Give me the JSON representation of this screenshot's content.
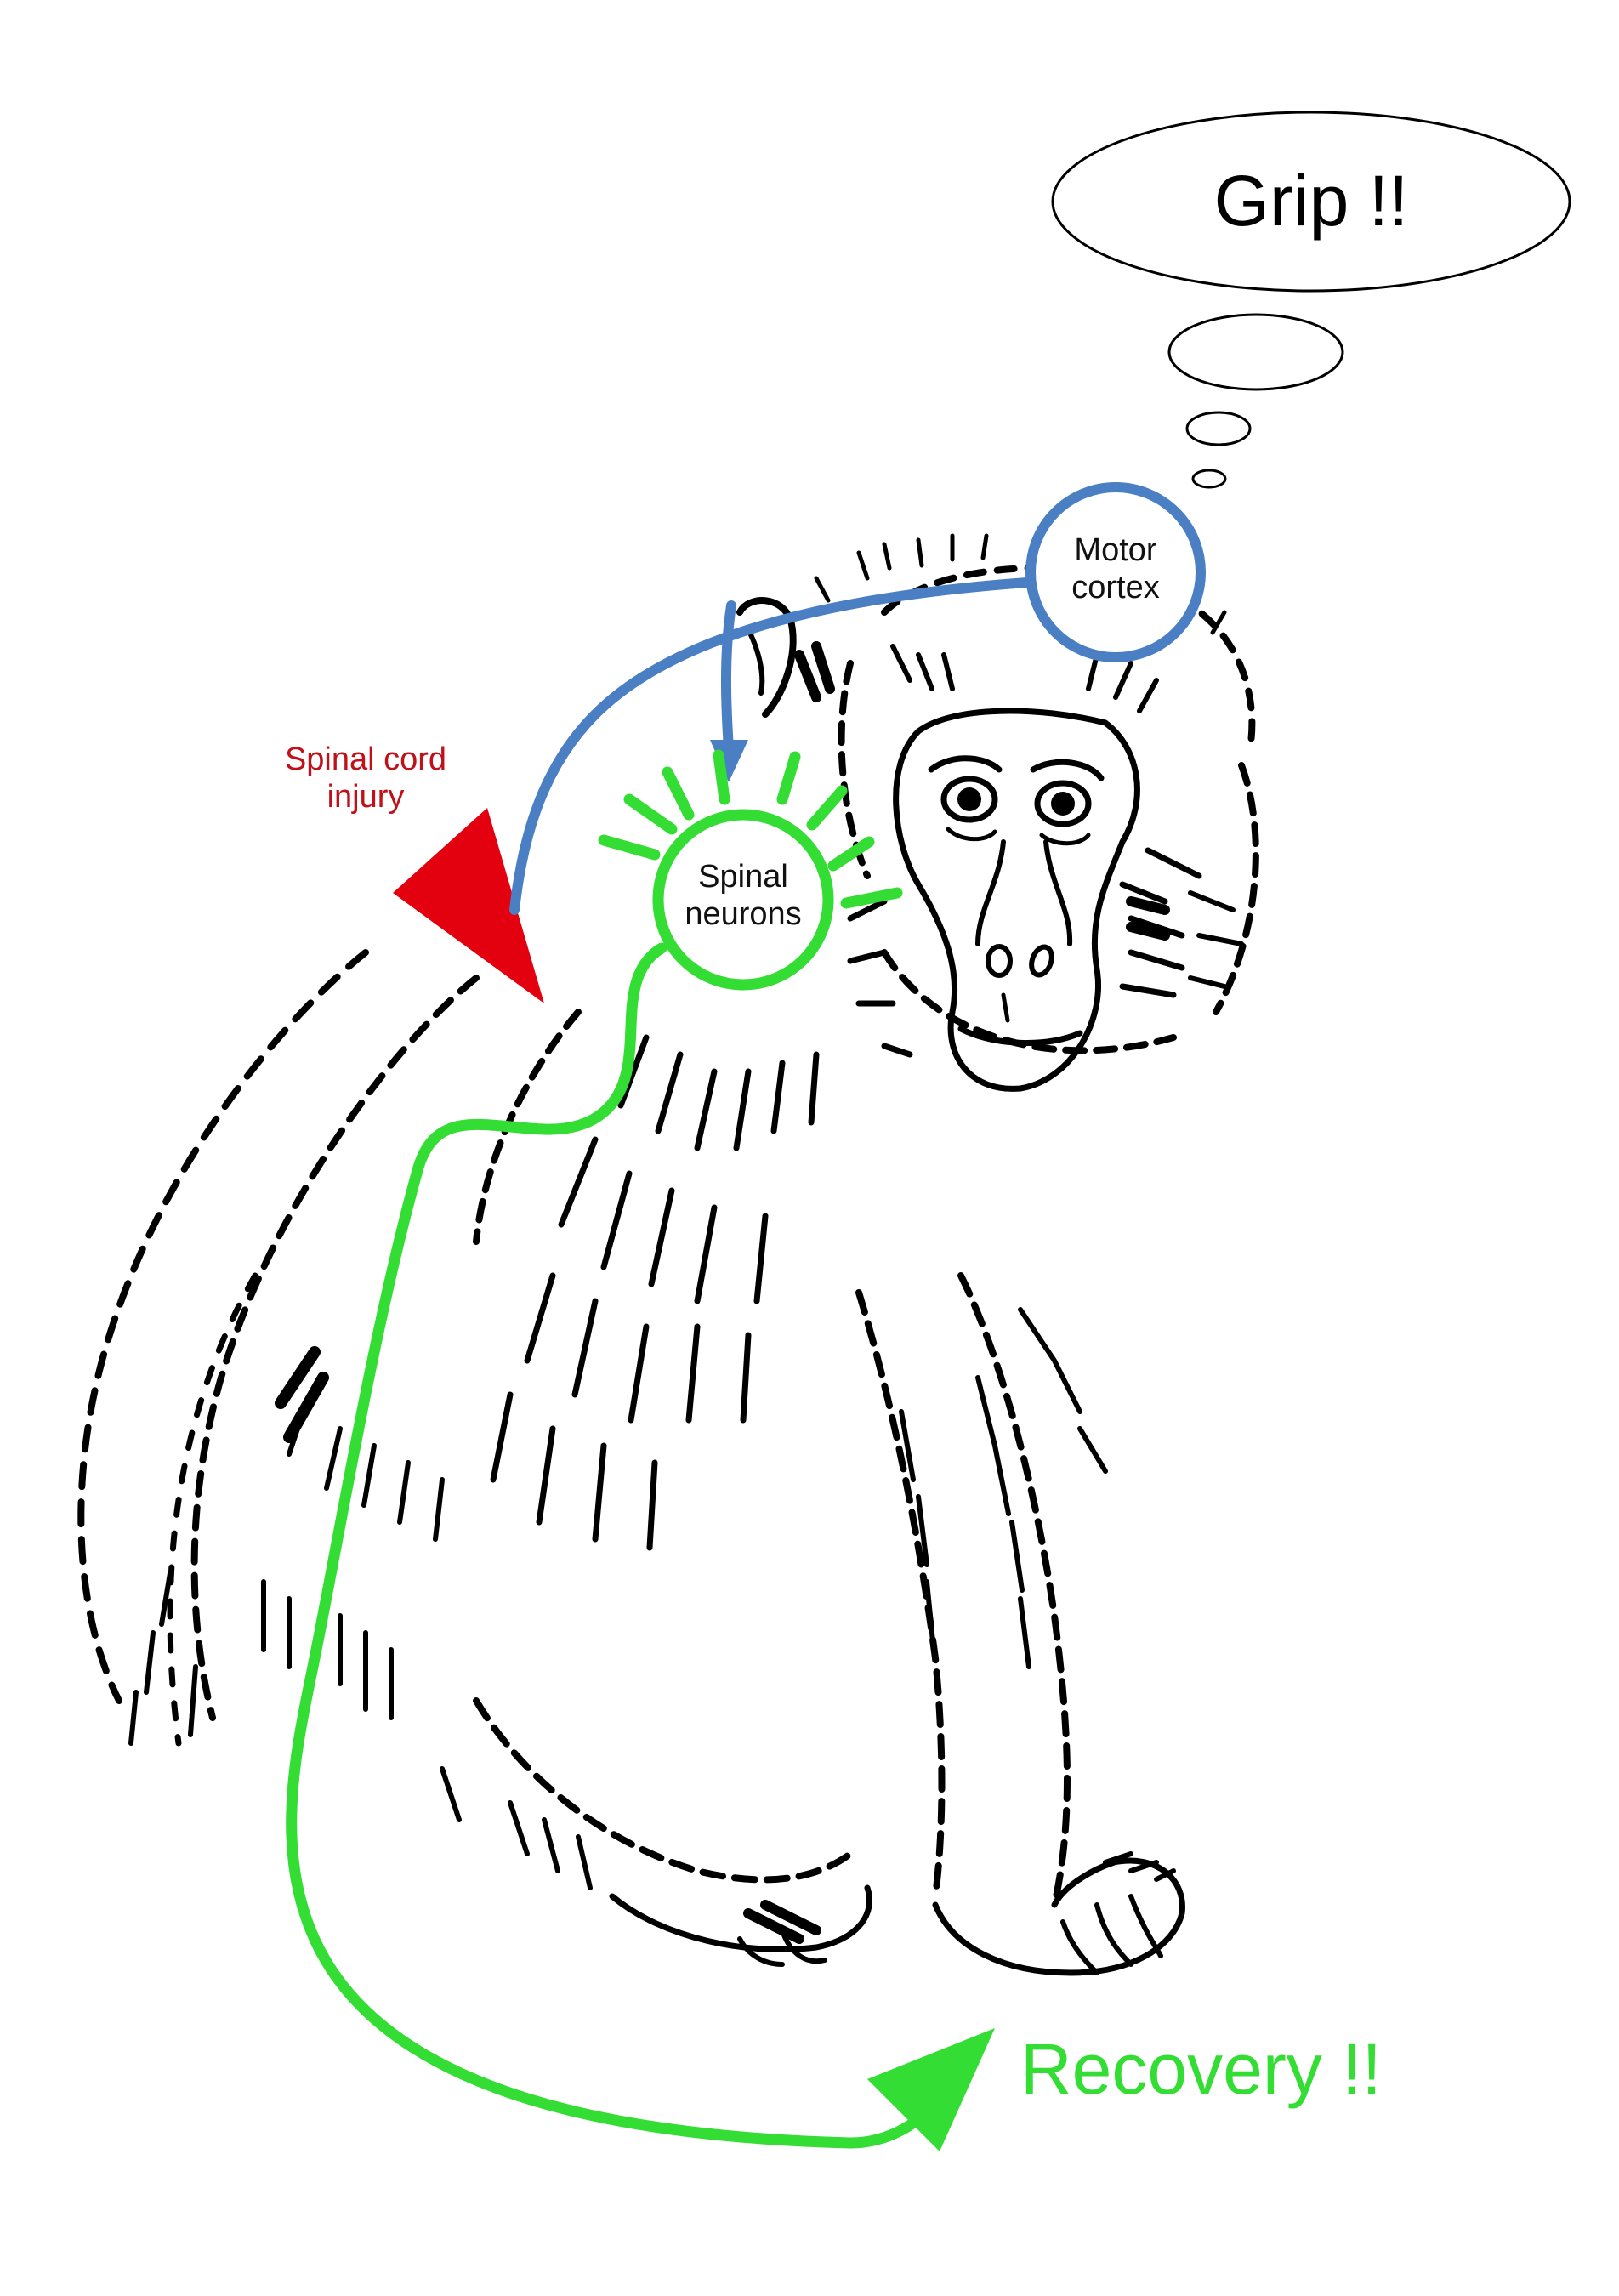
{
  "thought": {
    "text": "Grip !!"
  },
  "nodes": {
    "motor_cortex": {
      "line1": "Motor",
      "line2": "cortex"
    },
    "spinal_neurons": {
      "line1": "Spinal",
      "line2": "neurons"
    }
  },
  "injury": {
    "line1": "Spinal cord",
    "line2": "injury"
  },
  "outcome": {
    "text": "Recovery !!"
  },
  "colors": {
    "cortex_pathway": "#4a7fc4",
    "spinal_pathway": "#33dd33",
    "injury": "#e3000f",
    "injury_text": "#c0101a",
    "ink": "#000000"
  }
}
